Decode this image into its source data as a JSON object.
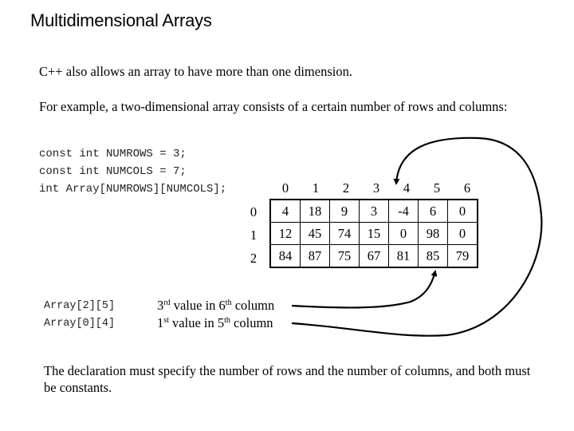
{
  "slide": {
    "title": "Multidimensional Arrays",
    "intro": "C++ also allows an array to have more than one dimension.",
    "example": "For example, a two-dimensional array consists of a certain number of rows and columns:",
    "code": [
      "const int NUMROWS = 3;",
      "const int NUMCOLS = 7;",
      "int Array[NUMROWS][NUMCOLS];"
    ],
    "table": {
      "column_headers": [
        "0",
        "1",
        "2",
        "3",
        "4",
        "5",
        "6"
      ],
      "row_headers": [
        "0",
        "1",
        "2"
      ],
      "rows": [
        [
          "4",
          "18",
          "9",
          "3",
          "-4",
          "6",
          "0"
        ],
        [
          "12",
          "45",
          "74",
          "15",
          "0",
          "98",
          "0"
        ],
        [
          "84",
          "87",
          "75",
          "67",
          "81",
          "85",
          "79"
        ]
      ]
    },
    "examples": [
      {
        "code": "Array[2][5]",
        "ordinal": "3",
        "ordinal_suffix": "rd",
        "mid": " value in 6",
        "col_suffix": "th",
        "tail": " column",
        "target_cell": "85"
      },
      {
        "code": "Array[0][4]",
        "ordinal": "1",
        "ordinal_suffix": "st",
        "mid": " value in 5",
        "col_suffix": "th",
        "tail": " column",
        "target_cell": "-4"
      }
    ],
    "conclusion": "The declaration must specify the number of rows and the number of columns, and both must be constants."
  }
}
